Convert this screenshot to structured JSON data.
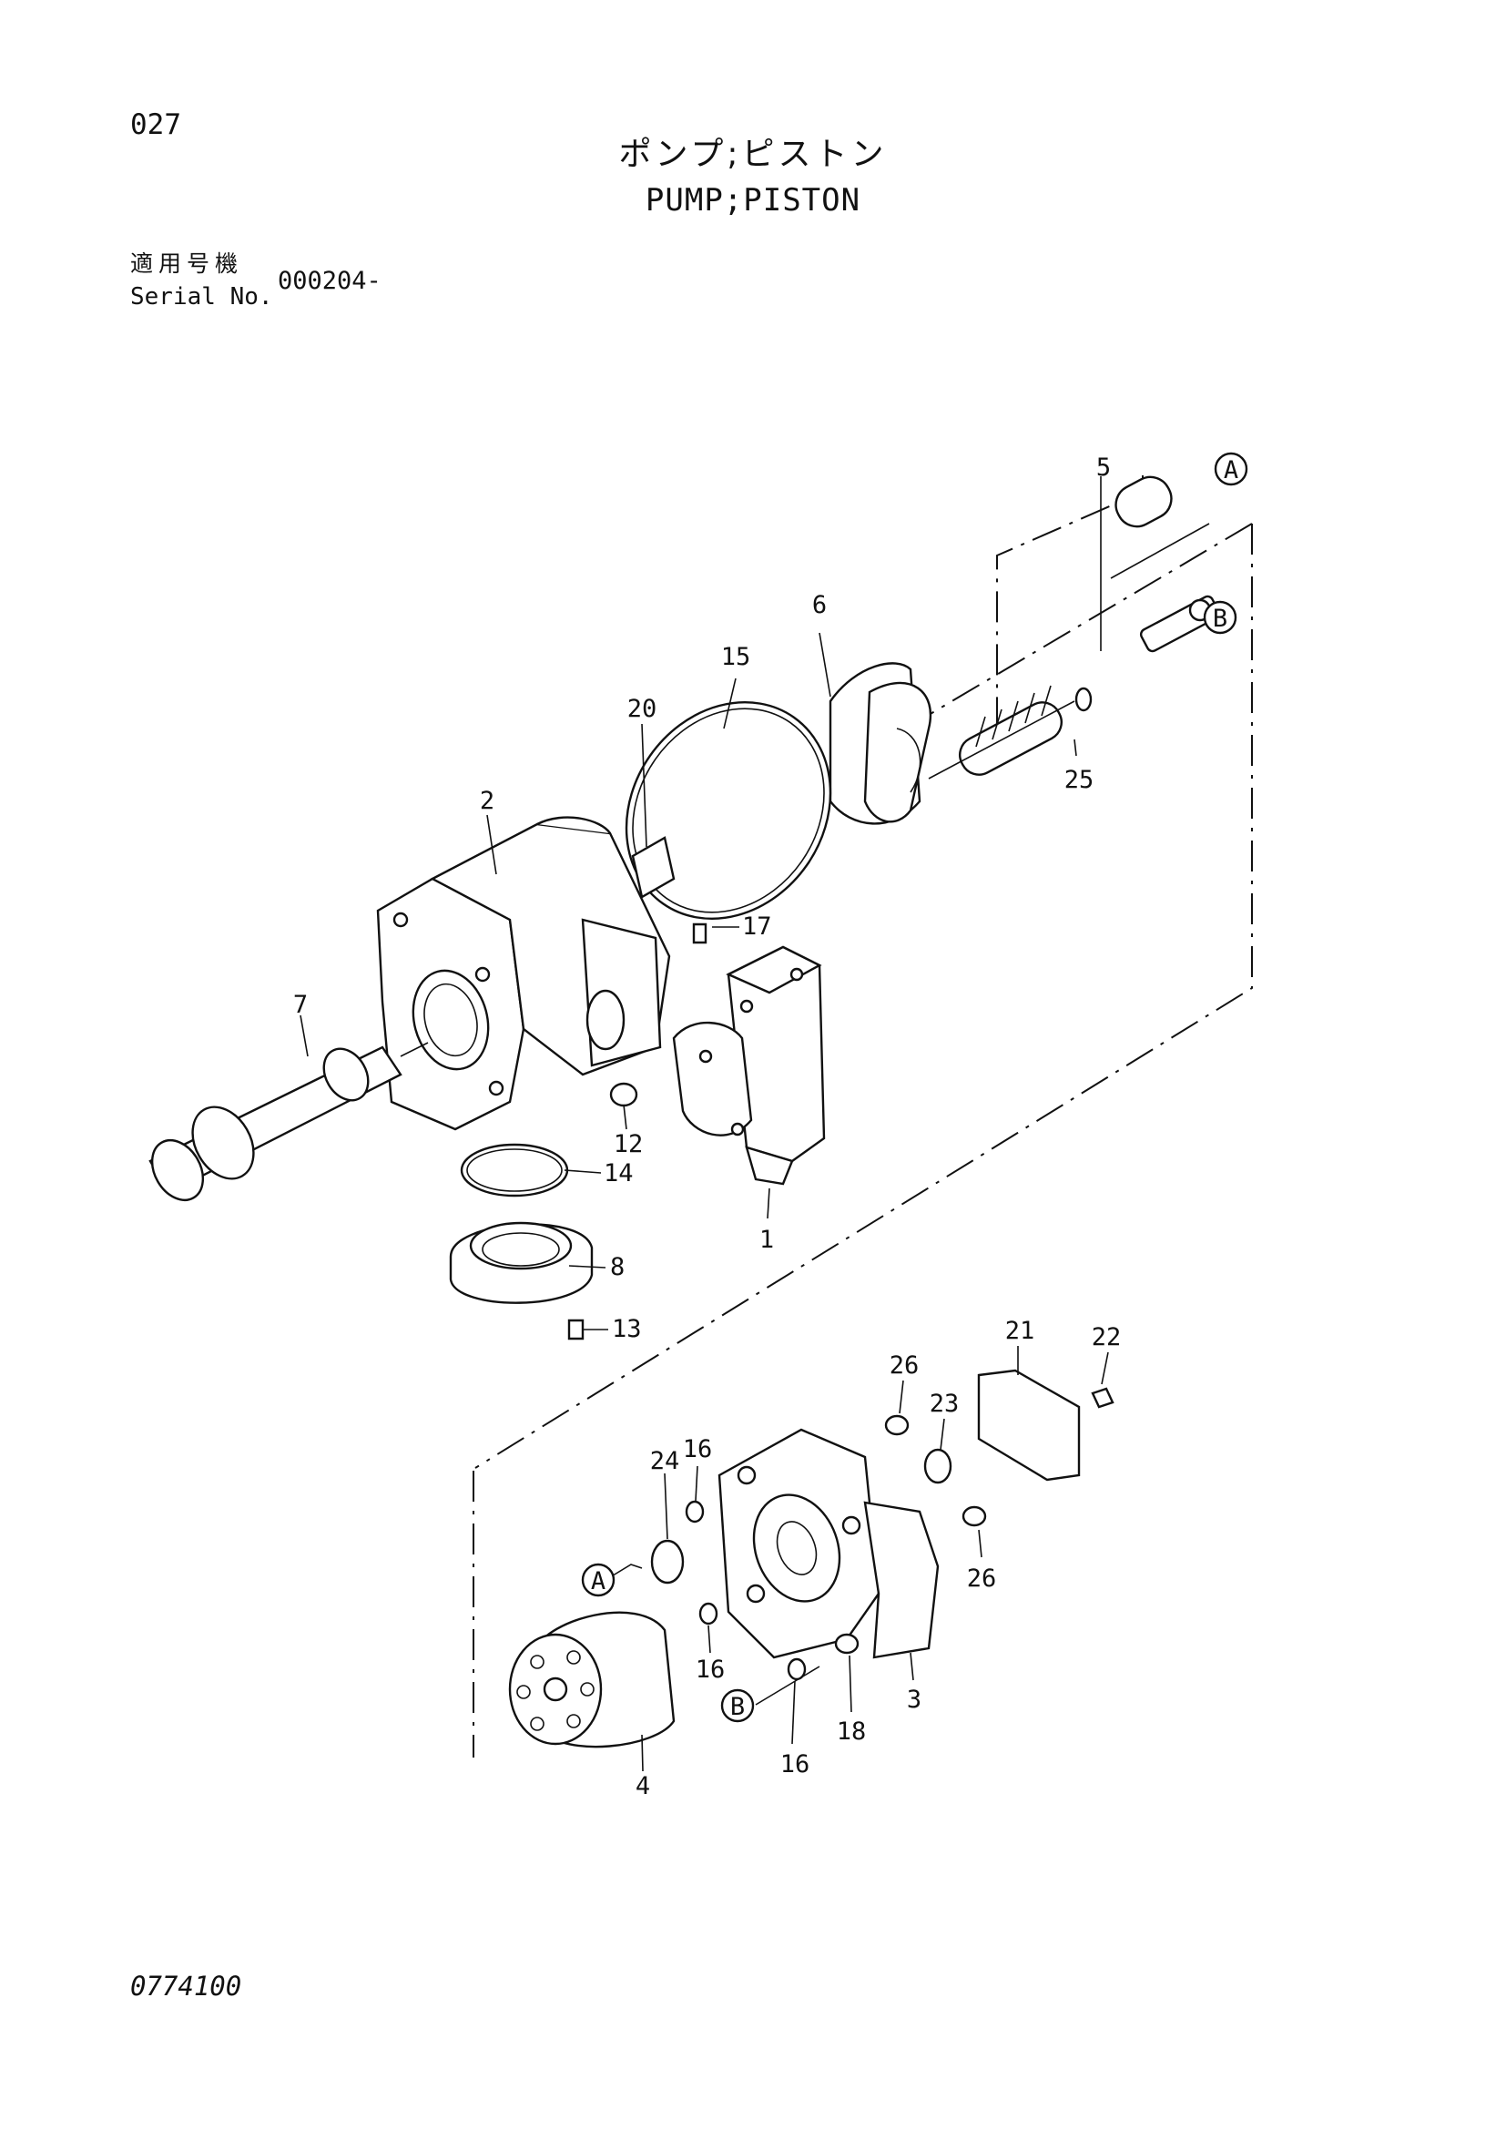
{
  "page_number": "027",
  "title_jp": "ポンプ;ピストン",
  "title_en": "PUMP;PISTON",
  "serial_label_jp": "適用号機",
  "serial_label_en": "Serial No.",
  "serial_value": "000204-",
  "drawing_number": "0774100",
  "callouts": {
    "c1": "1",
    "c2": "2",
    "c3": "3",
    "c4": "4",
    "c5": "5",
    "c6": "6",
    "c7": "7",
    "c8": "8",
    "c12": "12",
    "c13": "13",
    "c14": "14",
    "c15": "15",
    "c16a": "16",
    "c16b": "16",
    "c16c": "16",
    "c17": "17",
    "c18": "18",
    "c20": "20",
    "c21": "21",
    "c22": "22",
    "c23": "23",
    "c24": "24",
    "c25": "25",
    "c26a": "26",
    "c26b": "26"
  },
  "reference_markers": {
    "a_top": "A",
    "b_top": "B",
    "a_bottom": "A",
    "b_bottom": "B"
  }
}
